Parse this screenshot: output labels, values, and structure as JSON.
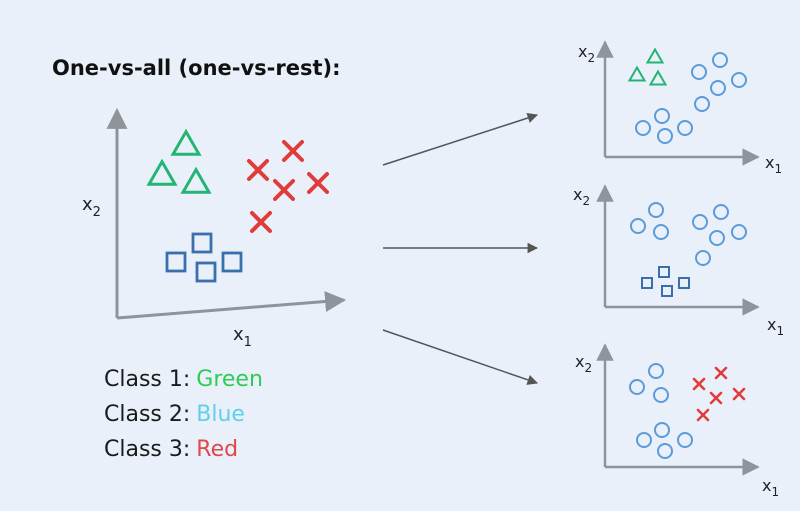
{
  "title": "One-vs-all (one-vs-rest):",
  "axis_labels": {
    "x": "x",
    "x_sub": "1",
    "y": "x",
    "y_sub": "2"
  },
  "legend": [
    {
      "label": "Class 1:",
      "value": "Green"
    },
    {
      "label": "Class 2:",
      "value": "Blue"
    },
    {
      "label": "Class 3:",
      "value": "Red"
    }
  ],
  "colors": {
    "green": "#22b573",
    "blue": "#3a6fae",
    "light_blue": "#5b9bd9",
    "red": "#e03c3c",
    "axis": "#8f949b",
    "legend_green": "#2ecc52",
    "legend_blue": "#5fd0ea",
    "legend_red": "#e0474c"
  },
  "shapes": {
    "class1": "triangle",
    "class2": "square",
    "class3": "cross",
    "rest": "circle"
  },
  "arrows": 3
}
